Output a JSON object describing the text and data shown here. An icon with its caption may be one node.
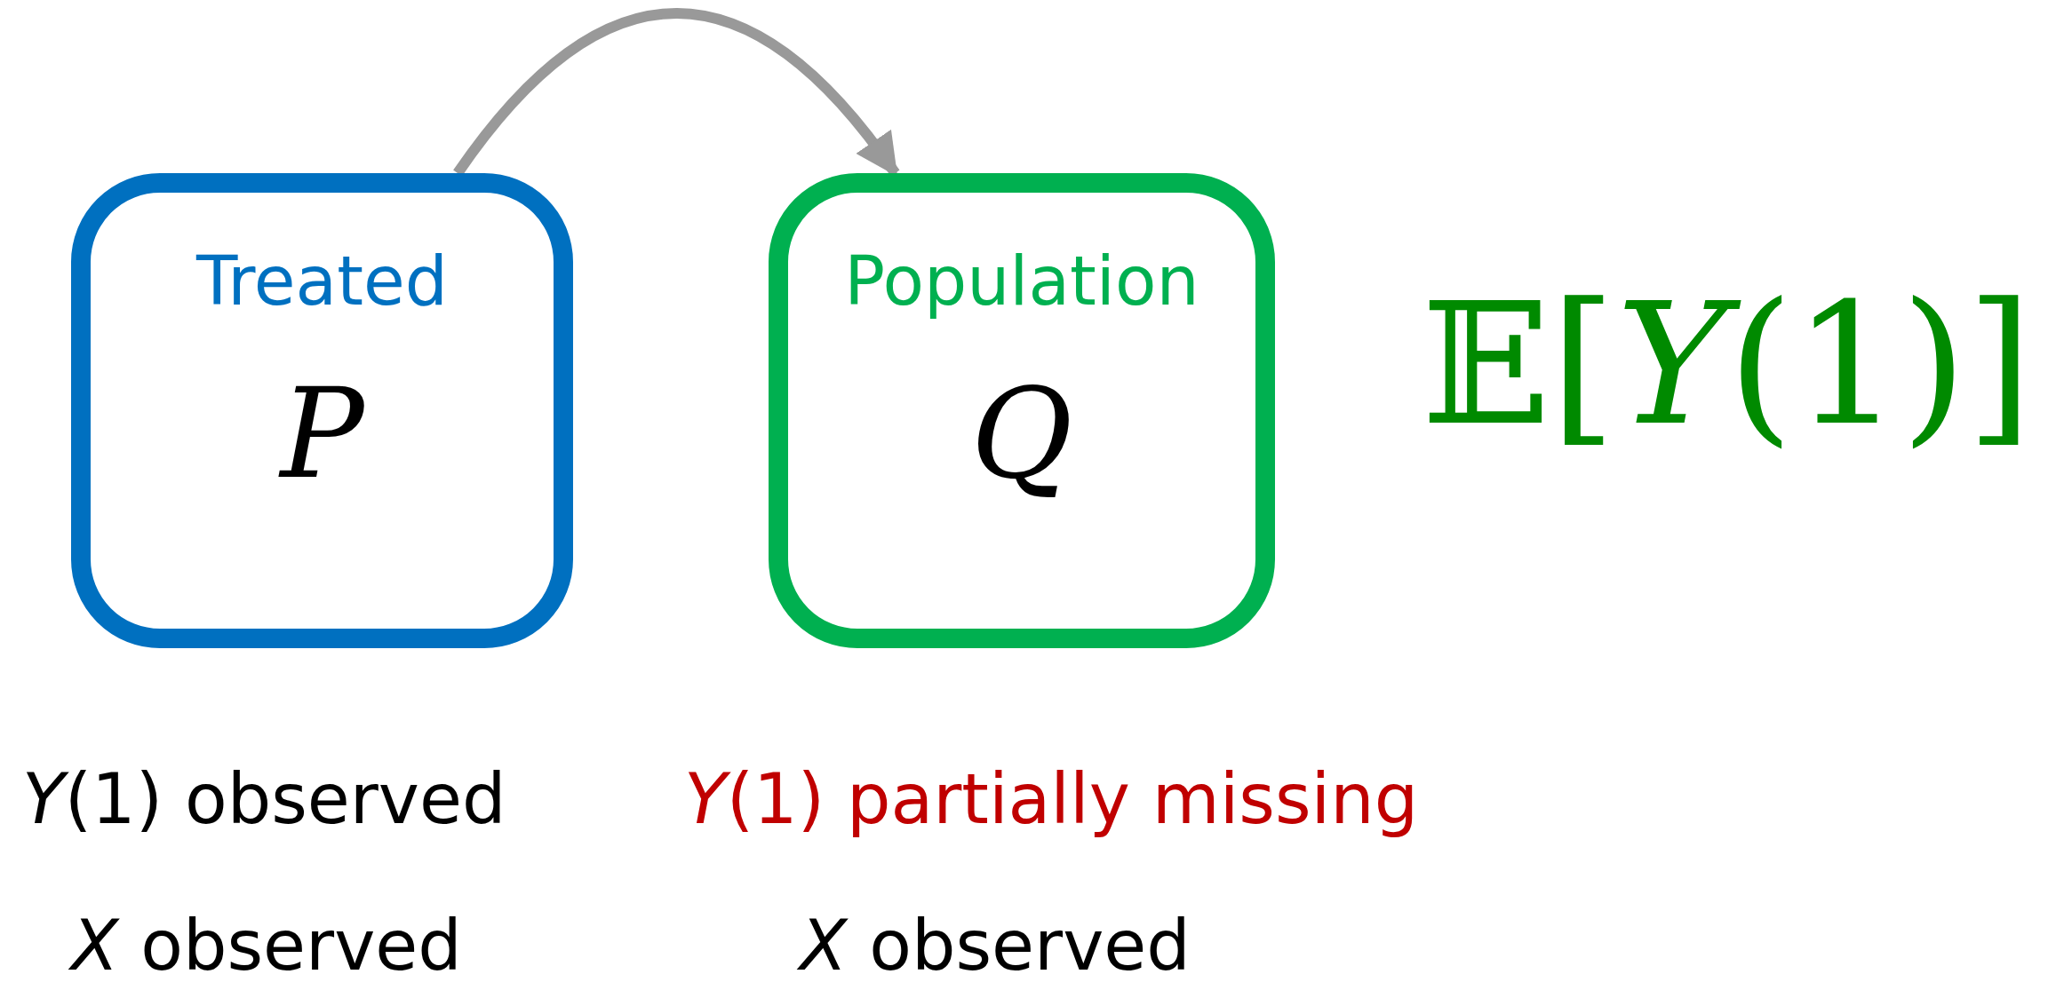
{
  "diagram": {
    "nodes": [
      {
        "text": [
          "Treated",
          "P"
        ],
        "beside": [
          "*Y*(1) observed",
          "*X* observed"
        ]
      },
      {
        "text": [
          "Population",
          "Q"
        ],
        "beside": [
          "*Y*(1) partially missing",
          "*X* observed"
        ]
      }
    ],
    "edges": [
      {
        "from": 0,
        "to": 1,
        "arrow": "to",
        "color": "#999999"
      }
    ],
    "labels": [
      "𝔼[*Y*(1)]"
    ]
  }
}
